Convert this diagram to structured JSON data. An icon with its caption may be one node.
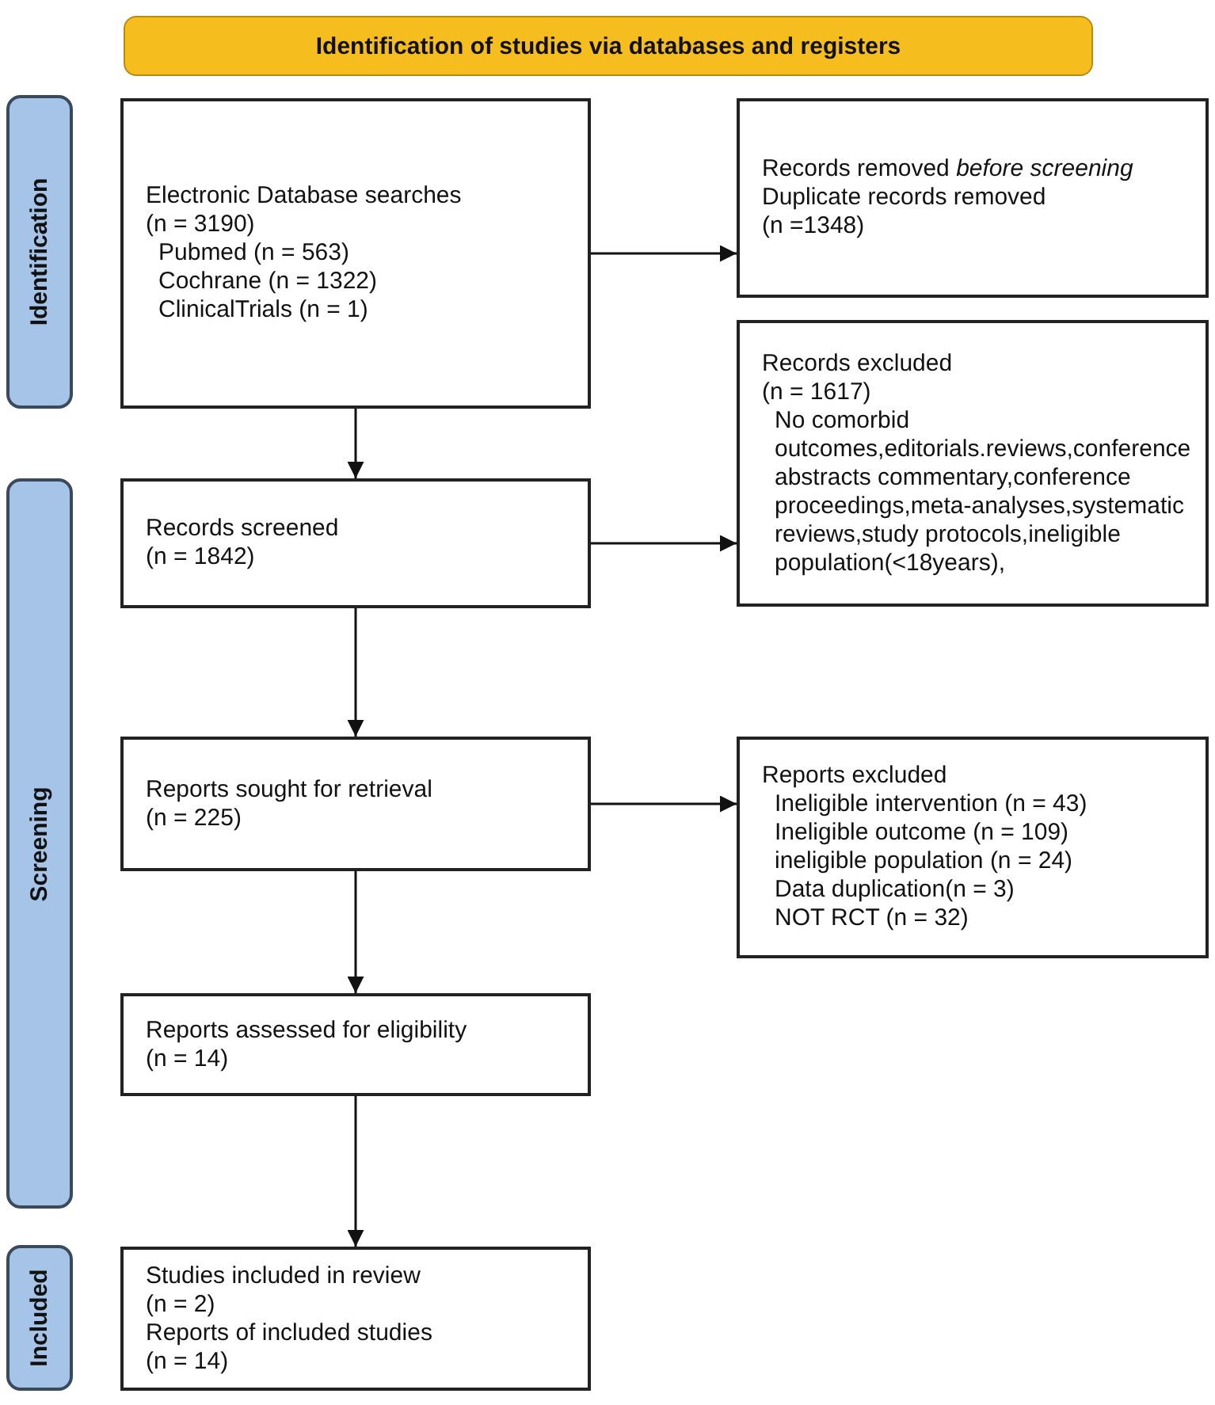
{
  "diagram": {
    "nodes": [
      {
        "text": [
          "Identification of studies via databases and registers"
        ]
      },
      {
        "text": [
          "Identification"
        ]
      },
      {
        "text": [
          "Screening"
        ]
      },
      {
        "text": [
          "Included"
        ]
      },
      {
        "text": [
          "Electronic Database searches",
          "(n = 3190)",
          "Pubmed (n = 563)",
          "Cochrane (n = 1322)",
          "ClinicalTrials (n = 1)"
        ]
      },
      {
        "text": [
          "Records removed *before screening*",
          "Duplicate records removed",
          "(n =1348)"
        ]
      },
      {
        "text": [
          "Records screened",
          "(n = 1842)"
        ]
      },
      {
        "text": [
          "Records excluded",
          "(n = 1617)",
          "No comorbid outcomes,editorials.reviews,conference abstracts commentary,conference proceedings,meta-analyses,systematic reviews,study protocols,ineligible population(<18years),"
        ]
      },
      {
        "text": [
          "Reports sought for retrieval",
          "(n = 225)"
        ]
      },
      {
        "text": [
          "Reports excluded",
          "Ineligible intervention (n = 43)",
          "Ineligible outcome (n = 109)",
          "ineligible population (n = 24)",
          "Data duplication(n = 3)",
          "NOT RCT (n = 32)"
        ]
      },
      {
        "text": [
          "Reports assessed for eligibility",
          "(n = 14)"
        ]
      },
      {
        "text": [
          "Studies included in review",
          "(n = 2)",
          "Reports of included studies",
          "(n = 14)"
        ]
      }
    ],
    "edges": [
      {
        "from": 4,
        "to": 5,
        "arrow": "to"
      },
      {
        "from": 4,
        "to": 6,
        "arrow": "to"
      },
      {
        "from": 6,
        "to": 7,
        "arrow": "to"
      },
      {
        "from": 6,
        "to": 8,
        "arrow": "to"
      },
      {
        "from": 8,
        "to": 9,
        "arrow": "to"
      },
      {
        "from": 8,
        "to": 10,
        "arrow": "to"
      },
      {
        "from": 10,
        "to": 11,
        "arrow": "to"
      }
    ]
  }
}
